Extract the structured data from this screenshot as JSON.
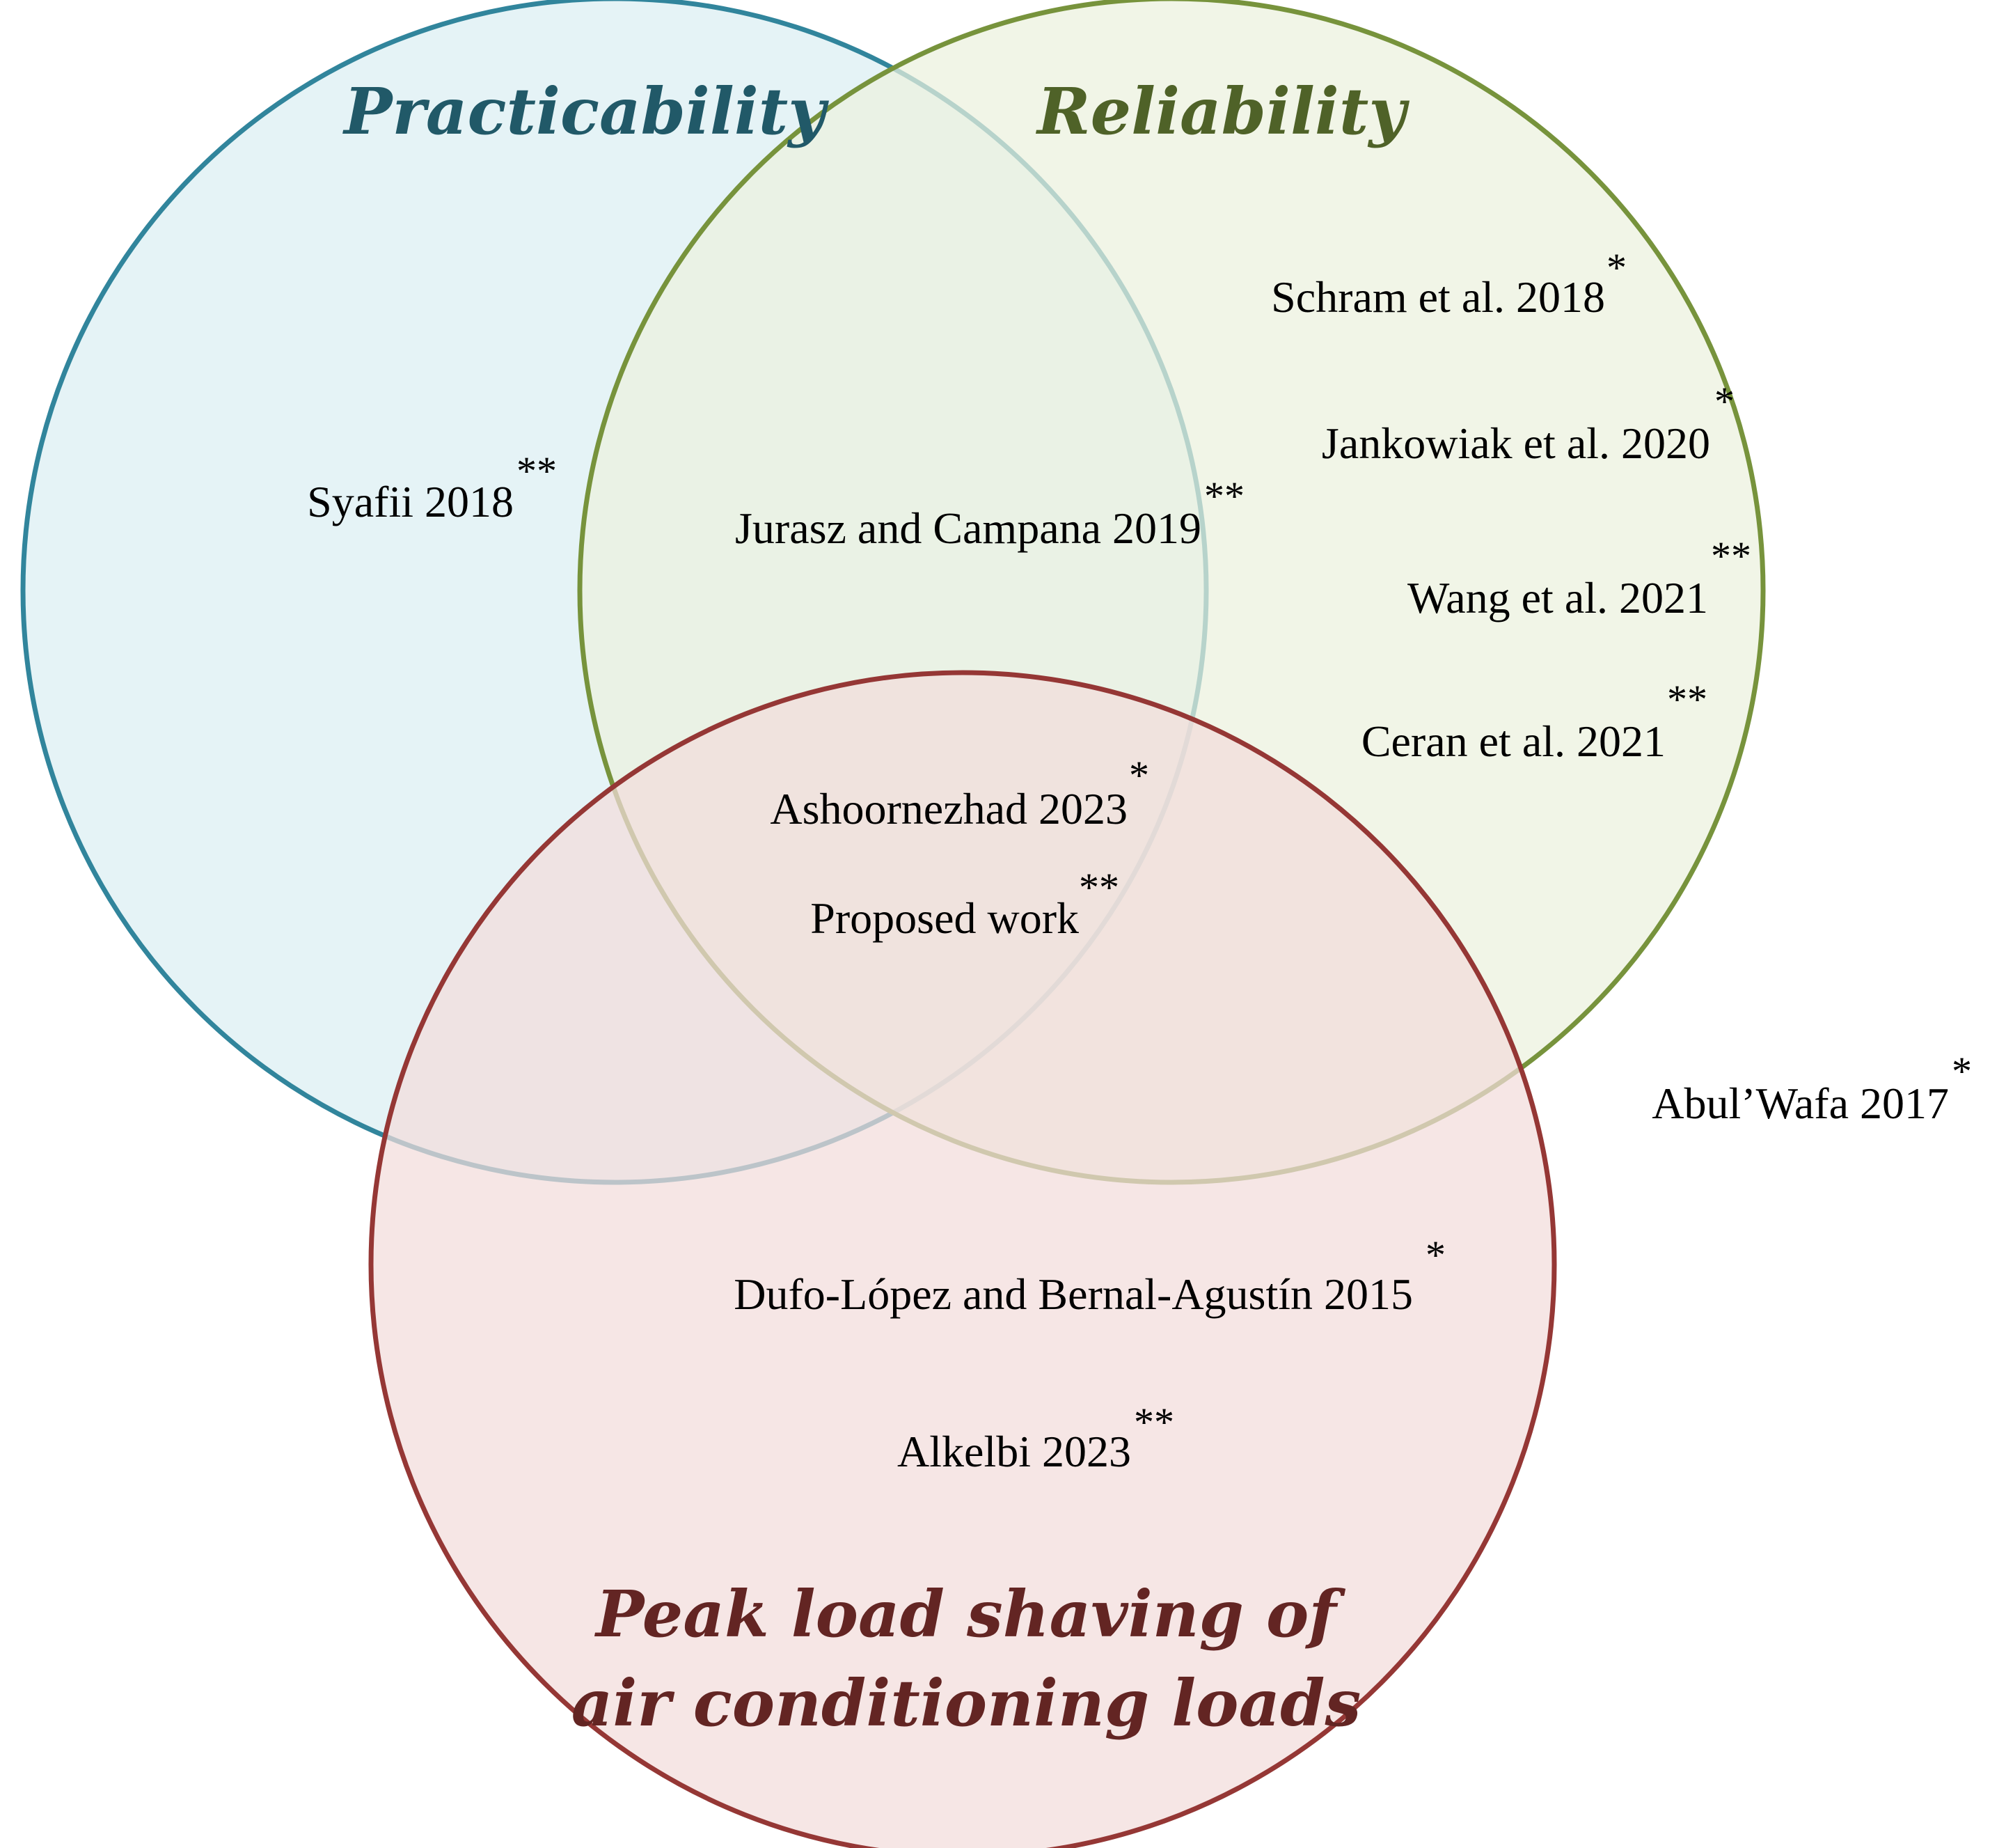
{
  "sets": [
    {
      "id": "practicability",
      "title_lines": [
        "Practicability"
      ],
      "fill": "#dbeef3",
      "stroke": "#31859c",
      "title_color": "#215968"
    },
    {
      "id": "reliability",
      "title_lines": [
        "Reliability"
      ],
      "fill": "#ebf1de",
      "stroke": "#77933c",
      "title_color": "#4f6228"
    },
    {
      "id": "peak_load_shaving",
      "title_lines": [
        "Peak load shaving of",
        "air conditioning loads"
      ],
      "fill": "#f2dcdb",
      "stroke": "#953735",
      "title_color": "#632523"
    }
  ],
  "references": [
    {
      "label": "Syafii 2018",
      "mark": "**",
      "sets": [
        "practicability"
      ]
    },
    {
      "label": "Jurasz and Campana 2019",
      "mark": "**",
      "sets": [
        "practicability",
        "reliability"
      ]
    },
    {
      "label": "Schram et al. 2018",
      "mark": "*",
      "sets": [
        "reliability"
      ]
    },
    {
      "label": "Jankowiak et al. 2020",
      "mark": "*",
      "sets": [
        "reliability"
      ]
    },
    {
      "label": "Wang et al. 2021",
      "mark": "**",
      "sets": [
        "reliability"
      ]
    },
    {
      "label": "Ceran et al. 2021",
      "mark": "**",
      "sets": [
        "reliability"
      ]
    },
    {
      "label": "Ashoornezhad 2023",
      "mark": "*",
      "sets": [
        "practicability",
        "reliability",
        "peak_load_shaving"
      ]
    },
    {
      "label": "Proposed work",
      "mark": "**",
      "sets": [
        "practicability",
        "reliability",
        "peak_load_shaving"
      ]
    },
    {
      "label": "Abul’Wafa 2017",
      "mark": "*",
      "sets": []
    },
    {
      "label": "Dufo-López and Bernal-Agustín 2015",
      "mark": "*",
      "sets": [
        "peak_load_shaving"
      ]
    },
    {
      "label": "Alkelbi 2023",
      "mark": "**",
      "sets": [
        "peak_load_shaving"
      ]
    }
  ]
}
